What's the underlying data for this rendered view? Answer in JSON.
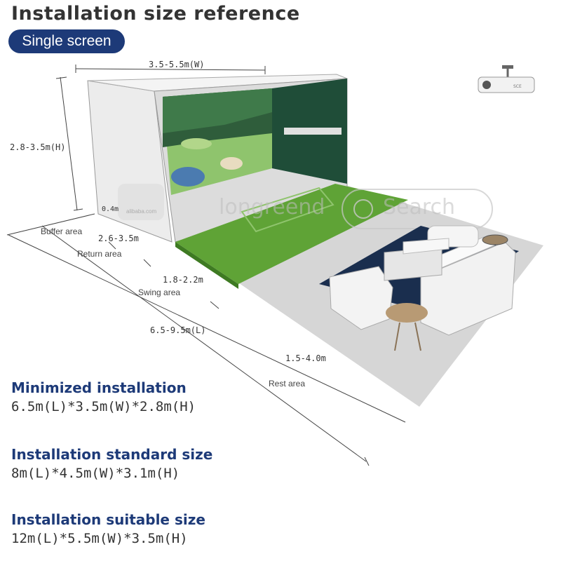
{
  "header": {
    "title": "Installation size reference",
    "badge": "Single screen"
  },
  "dimensions": {
    "width": "3.5-5.5m(W)",
    "height": "2.8-3.5m(H)",
    "buffer": "0.4m",
    "return": "2.6-3.5m",
    "swing": "1.8-2.2m",
    "length": "6.5-9.5m(L)",
    "rest": "1.5-4.0m"
  },
  "areas": {
    "buffer": "Buffer area",
    "return": "Return area",
    "swing": "Swing area",
    "rest": "Rest area"
  },
  "watermark": {
    "brand": "longreend",
    "search": "Search",
    "logo_text": "alibaba.com"
  },
  "projector": {
    "label": "SCE"
  },
  "sizes": [
    {
      "heading": "Minimized installation",
      "value": "6.5m(L)*3.5m(W)*2.8m(H)"
    },
    {
      "heading": "Installation standard size",
      "value": "8m(L)*4.5m(W)*3.1m(H)"
    },
    {
      "heading": "Installation suitable size",
      "value": "12m(L)*5.5m(W)*3.5m(H)"
    }
  ],
  "colors": {
    "accent_navy": "#1d3a78",
    "turf_green": "#5fa336",
    "wall_green": "#1f4d38",
    "floor_gray": "#d6d6d6"
  }
}
